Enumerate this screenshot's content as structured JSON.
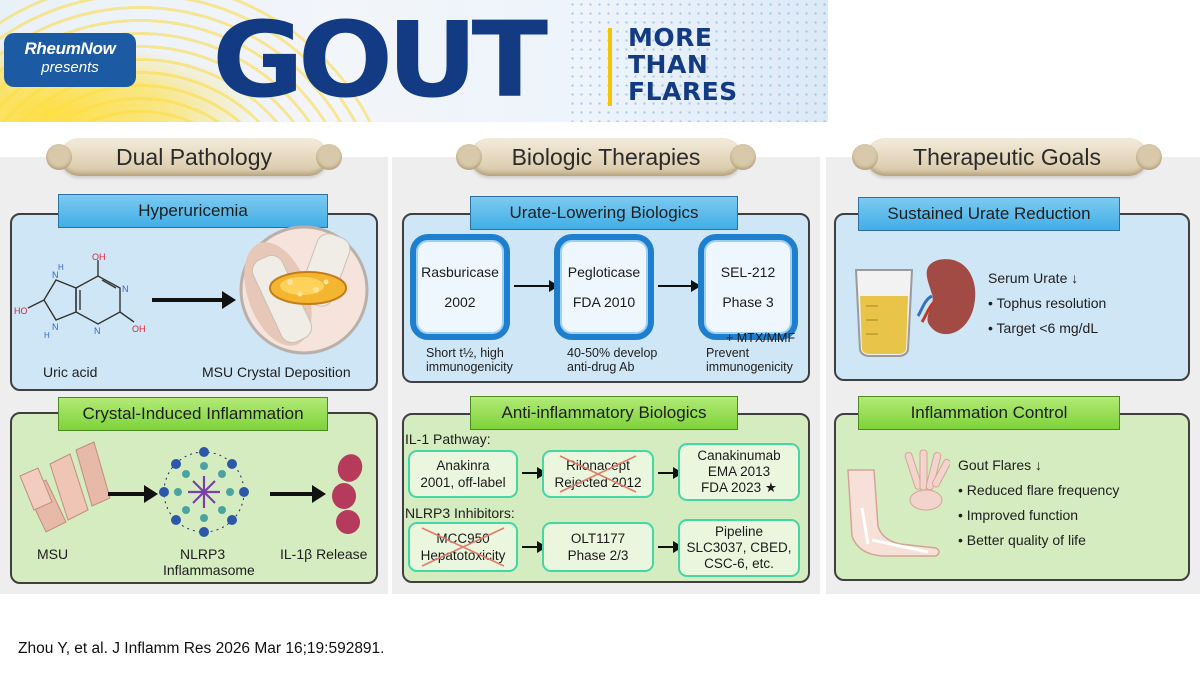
{
  "banner": {
    "brand_name": "RheumNow",
    "brand_sub": "presents",
    "main_word": "GOUT",
    "tagline": [
      "MORE",
      "THAN",
      "FLARES"
    ]
  },
  "columns": {
    "pathology": {
      "title": "Dual Pathology",
      "hyperuricemia": {
        "title": "Hyperuricemia",
        "molecule_label": "Uric acid",
        "deposition_label": "MSU Crystal Deposition",
        "atoms": [
          "OH",
          "HO",
          "OH",
          "N",
          "N",
          "N",
          "H",
          "H",
          "N"
        ]
      },
      "inflammation": {
        "title": "Crystal-Induced Inflammation",
        "msu_label": "MSU",
        "nlrp3_label": "NLRP3",
        "nlrp3_sub": "Inflammasome",
        "il1_label": "IL-1β Release"
      }
    },
    "therapies": {
      "title": "Biologic Therapies",
      "urate": {
        "title": "Urate-Lowering Biologics",
        "cards": [
          {
            "name": "Rasburicase",
            "detail": "2002",
            "note": "Short t½, high immunogenicity"
          },
          {
            "name": "Pegloticase",
            "detail": "FDA 2010",
            "note": "40-50% develop anti-drug Ab"
          },
          {
            "name": "SEL-212",
            "detail": "Phase 3",
            "extra": "+ MTX/MMF",
            "note": "Prevent immunogenicity"
          }
        ]
      },
      "antiinflammatory": {
        "title": "Anti-inflammatory Biologics",
        "il1_heading": "IL-1 Pathway:",
        "nlrp3_heading": "NLRP3 Inhibitors:",
        "il1_cards": [
          {
            "line1": "Anakinra",
            "line2": "2001, off-label"
          },
          {
            "line1": "Rilonacept",
            "line2": "Rejected 2012"
          },
          {
            "line1": "Canakinumab",
            "line2": "EMA 2013",
            "line3": "FDA 2023 ★"
          }
        ],
        "nlrp3_cards": [
          {
            "line1": "MCC950",
            "line2": "Hepatotoxicity"
          },
          {
            "line1": "OLT1177",
            "line2": "Phase 2/3"
          },
          {
            "line1": "Pipeline",
            "line2": "SLC3037, CBED,",
            "line3": "CSC-6, etc."
          }
        ]
      }
    },
    "goals": {
      "title": "Therapeutic Goals",
      "urate_reduction": {
        "title": "Sustained Urate Reduction",
        "headline": "Serum Urate ↓",
        "bullets": [
          "Tophus resolution",
          "Target <6 mg/dL"
        ]
      },
      "inflammation_control": {
        "title": "Inflammation Control",
        "headline": "Gout Flares ↓",
        "bullets": [
          "Reduced flare frequency",
          "Improved function",
          "Better quality of life"
        ]
      }
    }
  },
  "citation": "Zhou Y, et al. J Inflamm Res  2026 Mar 16;19:592891.",
  "colors": {
    "navy": "#123b84",
    "gold": "#f2c500",
    "blue_panel": "#cfe6f6",
    "green_panel": "#d5ecc0",
    "card_blue": "#1f7fcf",
    "card_green": "#42d7a3"
  }
}
